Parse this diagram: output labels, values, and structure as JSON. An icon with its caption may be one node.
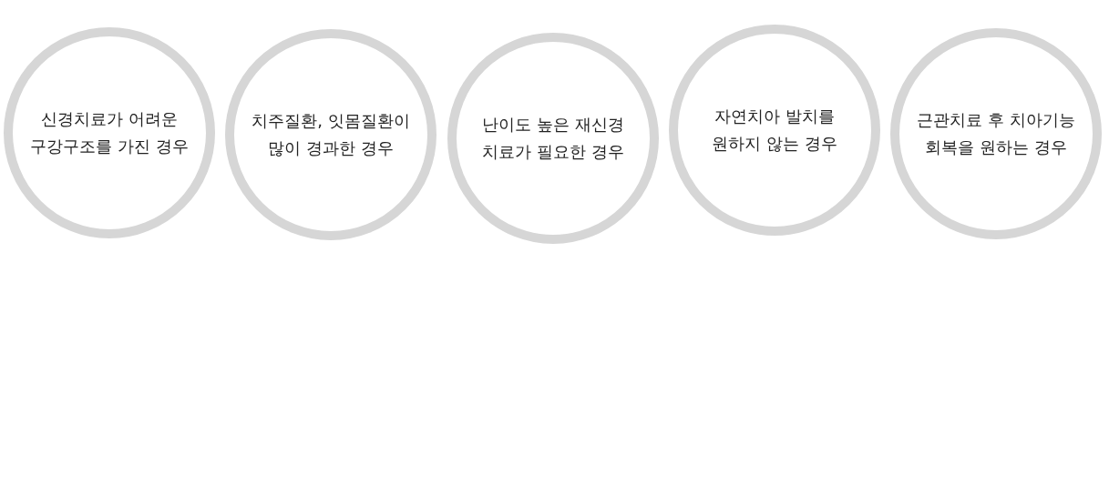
{
  "diagram": {
    "nodes": [
      {
        "text": [
          "신경치료가 어려운 구강구조를 가진 경우"
        ]
      },
      {
        "text": [
          "치주질환, 잇몸질환이 많이 경과한 경우"
        ]
      },
      {
        "text": [
          "난이도 높은 재신경 치료가 필요한 경우"
        ]
      },
      {
        "text": [
          "자연치아 발치를 원하지 않는 경우"
        ]
      },
      {
        "text": [
          "근관치료 후 치아기능 회복을 원하는 경우"
        ]
      }
    ]
  }
}
